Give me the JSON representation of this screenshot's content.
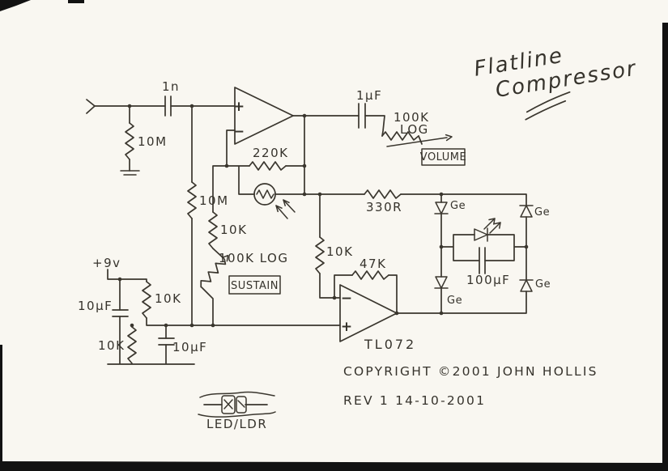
{
  "colors": {
    "paper": "#f9f7f1",
    "ink": "#3a362e",
    "scan_edge": "#121212"
  },
  "title": {
    "line1": "Flatline",
    "line2": "Compressor"
  },
  "components": {
    "cap_input": "1n",
    "res_input_bias": "10M",
    "res_bias_mid": "10M",
    "res_gain": "10K",
    "cap_output": "1µF",
    "pot_volume_value": "100K",
    "pot_volume_taper": "LOG",
    "pot_volume_name": "VOLUME",
    "res_feedback": "220K",
    "pot_sustain_value": "100K LOG",
    "pot_sustain_name": "SUSTAIN",
    "supply": "+9v",
    "cap_supply": "10µF",
    "res_divider_top": "10K",
    "res_divider_bottom": "10K",
    "cap_bias": "10µF",
    "res_sidechain": "330R",
    "res_inverter_in": "10K",
    "res_inverter_fb": "47K",
    "opamp_part": "TL072",
    "diode_ge": "Ge",
    "cap_rectifier": "100µF",
    "opamp_plus": "+",
    "opamp_minus": "−"
  },
  "footer": {
    "copyright": "COPYRIGHT ©2001 JOHN HOLLIS",
    "revision": "REV 1   14-10-2001"
  },
  "assembly_label": "LED/LDR"
}
